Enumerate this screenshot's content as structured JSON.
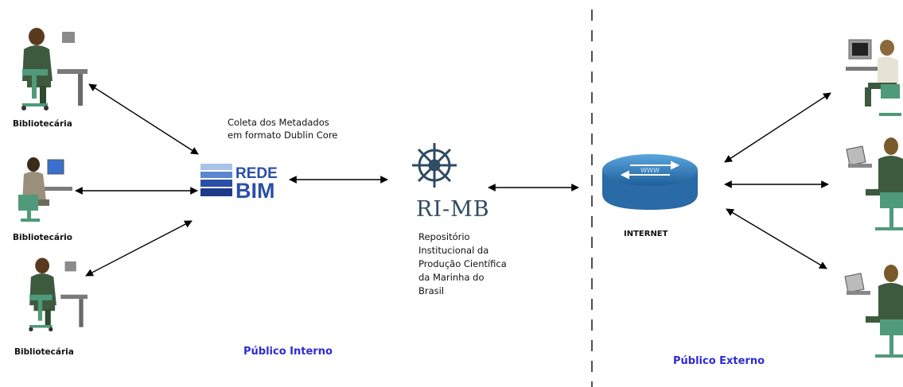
{
  "internal_users": [
    {
      "label": "Bibliotecária",
      "icon": "female-librarian-icon"
    },
    {
      "label": "Bibliotecário",
      "icon": "male-librarian-icon"
    },
    {
      "label": "Bibliotecária",
      "icon": "female-librarian-icon"
    }
  ],
  "harvest_caption": [
    "Coleta dos Metadados",
    "em formato Dublin Core"
  ],
  "rede_bim": {
    "line1": "REDE",
    "line2": "BIM"
  },
  "ri_mb": {
    "logo_text": "RI-MB",
    "description": [
      "Repositório",
      "Institucional da",
      "Produção Científica",
      "da Marinha do",
      "Brasil"
    ]
  },
  "internet": {
    "label": "INTERNET"
  },
  "public_internal": "Público Interno",
  "public_external": "Público Externo",
  "colors": {
    "public_label": "#2b2bd6",
    "person_body": "#3d5a3f",
    "chair": "#4f9a7a",
    "router": "#2f78b5",
    "rede_bim": "#2b4fa8",
    "ri_mb": "#2e4a63"
  }
}
